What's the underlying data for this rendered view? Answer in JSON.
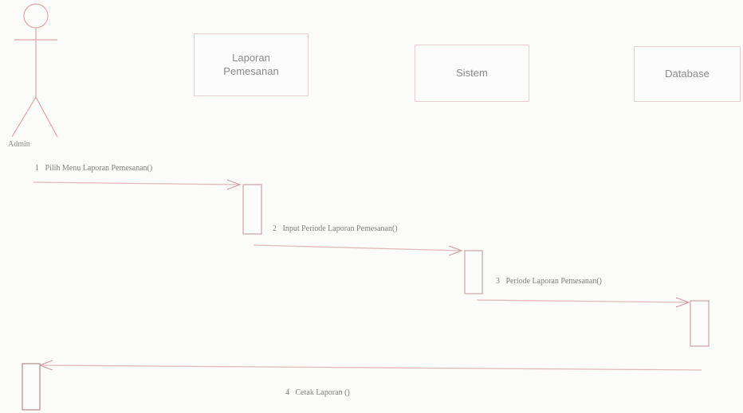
{
  "actor": {
    "name": "Admin"
  },
  "lifelines": [
    {
      "id": "laporan",
      "label": "Laporan\nPemesanan"
    },
    {
      "id": "sistem",
      "label": "Sistem"
    },
    {
      "id": "database",
      "label": "Database"
    }
  ],
  "messages": [
    {
      "number": "1",
      "text": "Pilih Menu Laporan Pemesanan()"
    },
    {
      "number": "2",
      "text": "Input Periode Laporan Pemesanan()"
    },
    {
      "number": "3",
      "text": "Periode Laporan Pemesanan()"
    },
    {
      "number": "4",
      "text": "Cetak Laporan ()"
    }
  ],
  "colors": {
    "line": "#e2b9b9",
    "text": "#7f7f7f",
    "background": "#fbfbf9"
  }
}
